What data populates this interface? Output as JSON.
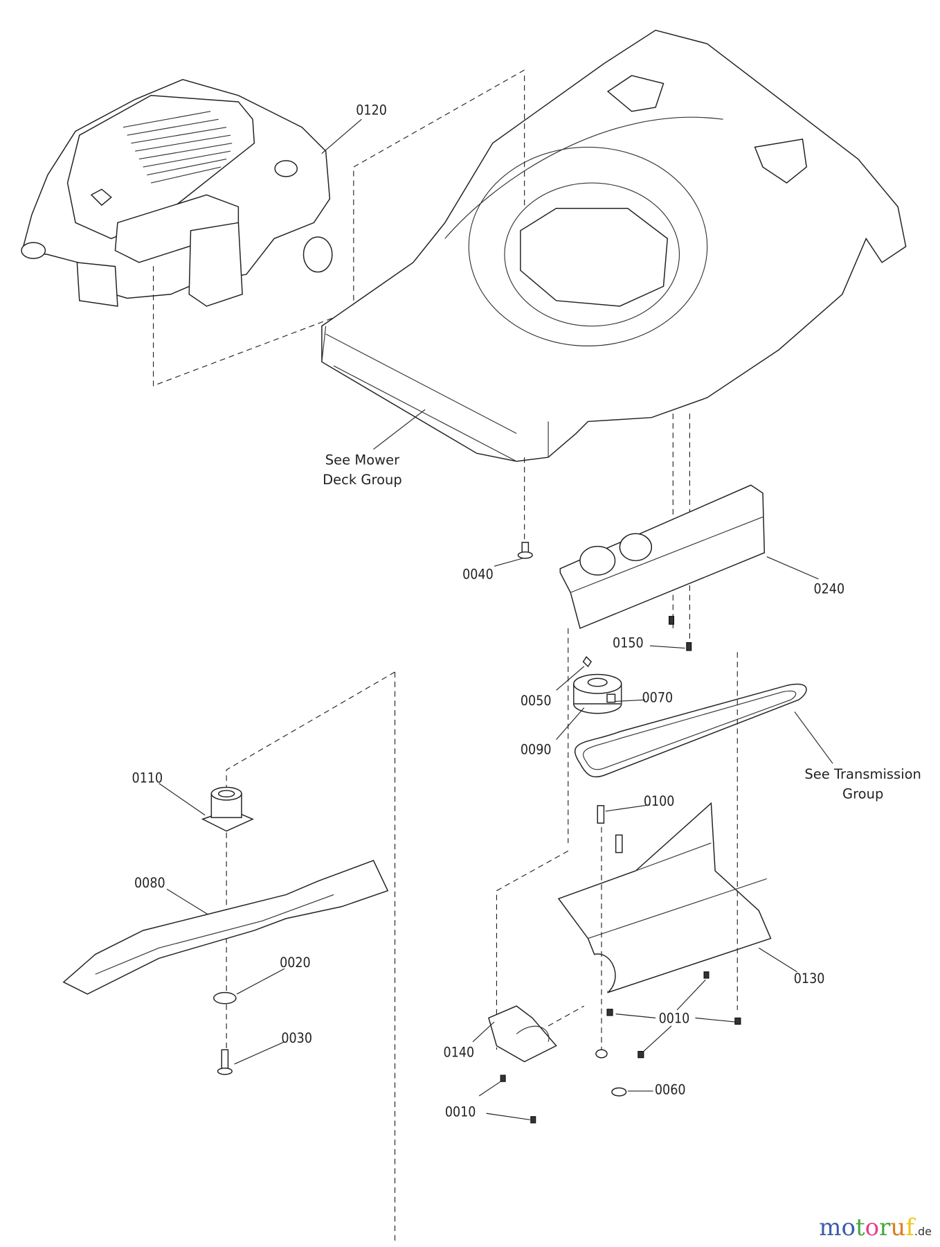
{
  "diagram": {
    "part_labels": {
      "p0120": "0120",
      "p0040": "0040",
      "p0240": "0240",
      "p0150": "0150",
      "p0050": "0050",
      "p0070": "0070",
      "p0090": "0090",
      "p0110": "0110",
      "p0100": "0100",
      "p0080": "0080",
      "p0020": "0020",
      "p0130": "0130",
      "p0010a": "0010",
      "p0030": "0030",
      "p0140": "0140",
      "p0060": "0060",
      "p0010b": "0010"
    },
    "notes": {
      "mower_deck_line1": "See Mower",
      "mower_deck_line2": "Deck Group",
      "transmission_line1": "See Transmission",
      "transmission_line2": "Group"
    }
  },
  "watermark": {
    "letters": [
      "m",
      "o",
      "t",
      "o",
      "r",
      "u",
      "f"
    ],
    "colors": [
      "#3b5bab",
      "#3b5bab",
      "#44a83c",
      "#e0418f",
      "#44a83c",
      "#e07a1f",
      "#f0c419"
    ],
    "suffix": ".de"
  }
}
